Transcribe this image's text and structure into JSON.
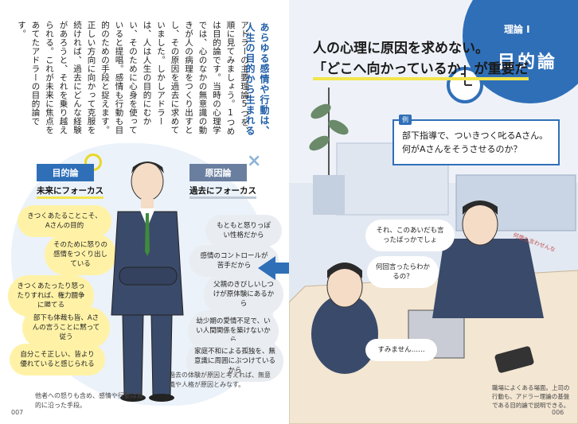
{
  "left_page": {
    "heading": "あらゆる感情や行動は、人生の目的から生まれる",
    "body": "アドラーの主要理論5つを、順に見てみましょう。1つめは目的論です。当時の心理学では、心のなかの無意識の動きが人の病理をつくり出すとし、その原因を過去に求めていました。しかしアドラーは、人は人生の目的にむかい、そのために心身を使っていると提唱。感情も行動も目的のための手段と捉えます。正しい方向に向かって克服を続ければ、過去にどんな経験があろうと、それを乗り越えられる。これが未来に焦点をあてたアドラーの目的論です。",
    "tab_mokuteki": "目的論",
    "tab_genin": "原因論",
    "focus_future": "未来にフォーカス",
    "focus_past": "過去にフォーカス",
    "yellow_bubbles": [
      "きつくあたることこそ、Aさんの目的",
      "そのために怒りの感情をつくり出している",
      "きつくあたったり怒ったりすれば、権力闘争に勝てる",
      "部下も体裁も皆、Aさんの言うことに黙って従う",
      "自分こそ正しい、皆より優れていると感じられる"
    ],
    "gray_bubbles": [
      "もともと怒りっぽい性格だから",
      "感情のコントロールが苦手だから",
      "父親のきびしいしつけが原体験にあるから",
      "幼少期の愛情不足で、いい人間関係を築けないから",
      "家庭不和による孤独を、無意識に周囲にぶつけているから"
    ],
    "caption_genin": "過去の体験が原因と考えれば、無意識や人格が原因とみなす。",
    "caption_mokuteki": "他者への怒りも含め、感情や行動は目的に沿った手段。",
    "page_number": "007"
  },
  "right_page": {
    "theory_label": "理論 Ⅰ",
    "theory_title": "目的論",
    "headline_line1": "人の心理に原因を求めない。",
    "headline_line2": "「どこへ向かっているか」が重要だ",
    "example_tag": "例",
    "example_line1": "部下指導で、ついきつく叱るAさん。",
    "example_line2": "何がAさんをそうさせるのか？",
    "bubble_boss": "それ、このあいだも言ったばっかでしょ",
    "bubble_boss2": "何回言ったらわかるの？",
    "bubble_sub": "すみません……",
    "handwritten": "何度も言わせんな",
    "caption": "職場によくある場面。上司の行動も、アドラー理論の基盤である目的論で説明できる。",
    "page_number": "006"
  },
  "colors": {
    "accent_blue": "#2f6fb8",
    "highlight_yellow": "#f2e54b",
    "bubble_yellow": "#fff2a6",
    "bubble_gray": "#e9ecf0"
  }
}
